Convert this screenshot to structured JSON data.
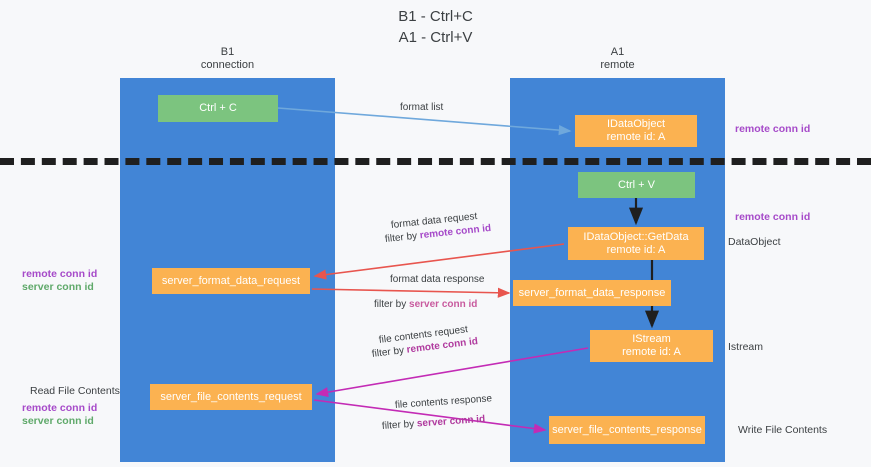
{
  "title": {
    "line1": "B1 - Ctrl+C",
    "line2": "A1 - Ctrl+V"
  },
  "lanes": [
    {
      "id": "b1",
      "name": "B1",
      "role": "connection",
      "color": "#4285d6"
    },
    {
      "id": "a1",
      "name": "A1",
      "role": "remote",
      "color": "#4285d6"
    }
  ],
  "boxes": {
    "ctrl_c": "Ctrl + C",
    "idataobject_name": "IDataObject",
    "idataobject_id": "remote id: A",
    "ctrl_v": "Ctrl + V",
    "getdata_name": "IDataObject::GetData",
    "getdata_id": "remote id: A",
    "server_format_data_request": "server_format_data_request",
    "server_format_data_response": "server_format_data_response",
    "istream_name": "IStream",
    "istream_id": "remote id: A",
    "server_file_contents_request": "server_file_contents_request",
    "server_file_contents_response": "server_file_contents_response"
  },
  "edges": {
    "format_list": "format list",
    "format_data_request": "format data request",
    "format_data_response": "format data response",
    "file_contents_request": "file contents request",
    "file_contents_response": "file contents response",
    "filter_by": "filter by ",
    "remote_conn_id": "remote conn id",
    "server_conn_id": "server conn id"
  },
  "notes": {
    "remote_conn_id": "remote conn id",
    "server_conn_id": "server conn id",
    "dataobject": "DataObject",
    "istream": "Istream",
    "read_file_contents": "Read File Contents",
    "write_file_contents": "Write File Contents"
  },
  "colors": {
    "lane": "#4285d6",
    "green_box": "#7cc47f",
    "orange_box": "#fbb251",
    "purple": "#a64ac9",
    "green_text": "#5fa96a",
    "blue_arrow": "#6fa8dc",
    "red_arrow": "#e8554e",
    "magenta_arrow": "#c32bb5",
    "black_arrow": "#1f1f1f",
    "divider": "#1f1f1f",
    "background": "#f7f8fa"
  }
}
